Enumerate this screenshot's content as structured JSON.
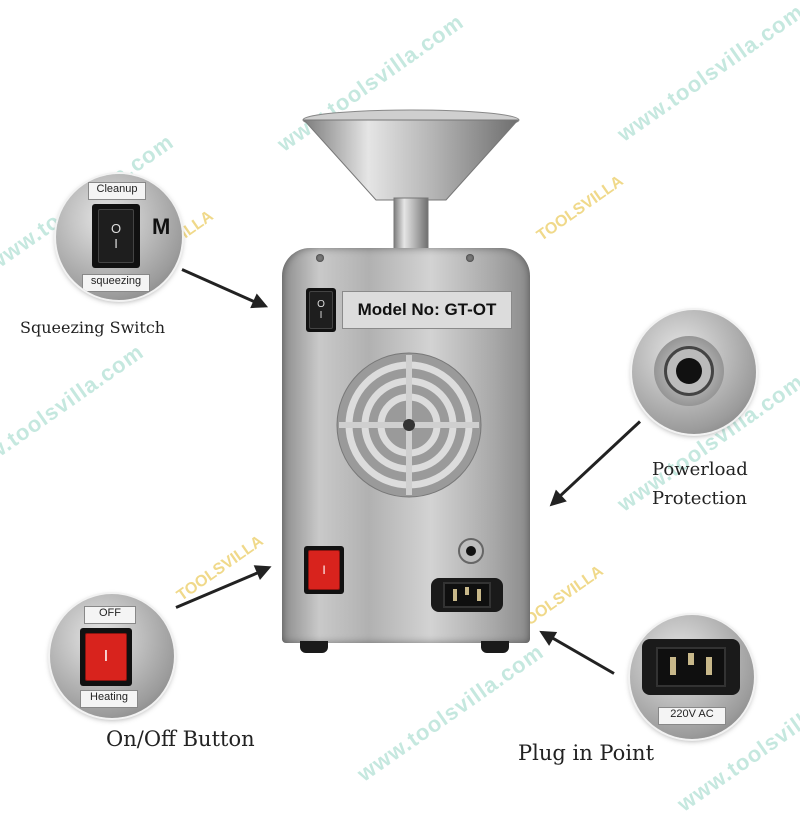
{
  "watermark": {
    "site": "www.toolsvilla.com",
    "brand": "TOOLSVILLA"
  },
  "machine": {
    "model_plate": "Model No: GT-OT"
  },
  "callouts": {
    "squeezing_switch": {
      "label": "Squeezing Switch",
      "top_tag": "Cleanup",
      "bottom_tag": "squeezing",
      "partial_text": "M"
    },
    "powerload_protection": {
      "label_line1": "Powerload",
      "label_line2": "Protection"
    },
    "on_off_button": {
      "label": "On/Off Button",
      "top_tag": "OFF",
      "bottom_tag": "Heating"
    },
    "plug_in_point": {
      "label": "Plug in Point",
      "voltage_tag": "220V AC"
    }
  },
  "switch_glyphs": {
    "on": "I",
    "off": "O"
  }
}
